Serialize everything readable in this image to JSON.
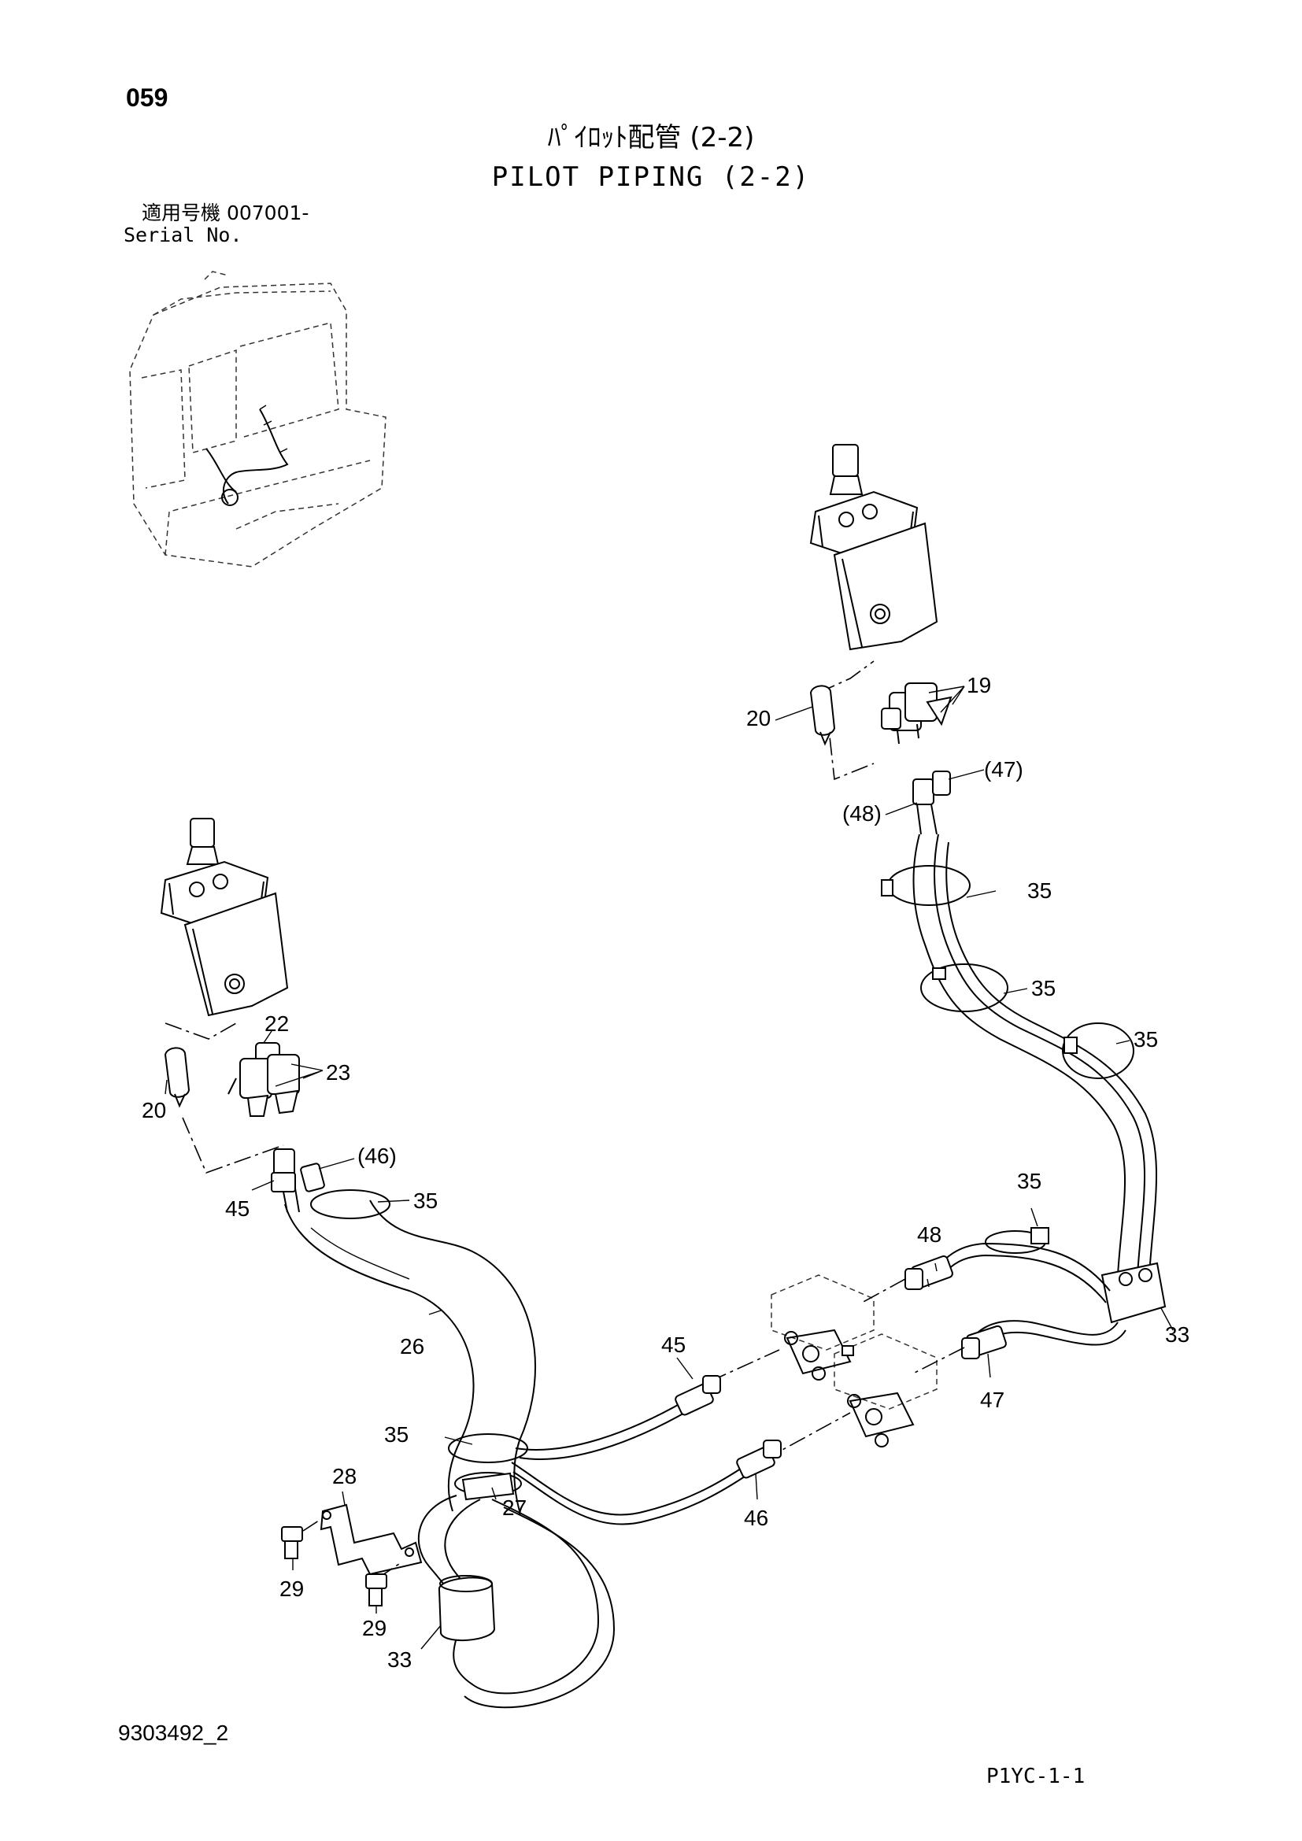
{
  "header": {
    "page_number": "059",
    "title_jp": "ﾊﾟｲﾛｯﾄ配管 (2-2)",
    "title_en": "PILOT PIPING (2-2)",
    "serial_label_jp": "適用号機  007001-",
    "serial_label_en": "Serial No."
  },
  "footer": {
    "drawing_number": "9303492_2",
    "sheet_code": "P1YC-1-1"
  },
  "callouts": {
    "c19": "19",
    "c20_right": "20",
    "c47_ref": "(47)",
    "c48_ref": "(48)",
    "c35_a": "35",
    "c35_b": "35",
    "c35_c": "35",
    "c35_d": "35",
    "c35_e": "35",
    "c35_f": "35",
    "c22": "22",
    "c23": "23",
    "c20_left": "20",
    "c46_ref": "(46)",
    "c45_left": "45",
    "c26": "26",
    "c48": "48",
    "c45": "45",
    "c33_right": "33",
    "c47": "47",
    "c46": "46",
    "c28": "28",
    "c27": "27",
    "c29_a": "29",
    "c29_b": "29",
    "c33_left": "33"
  }
}
